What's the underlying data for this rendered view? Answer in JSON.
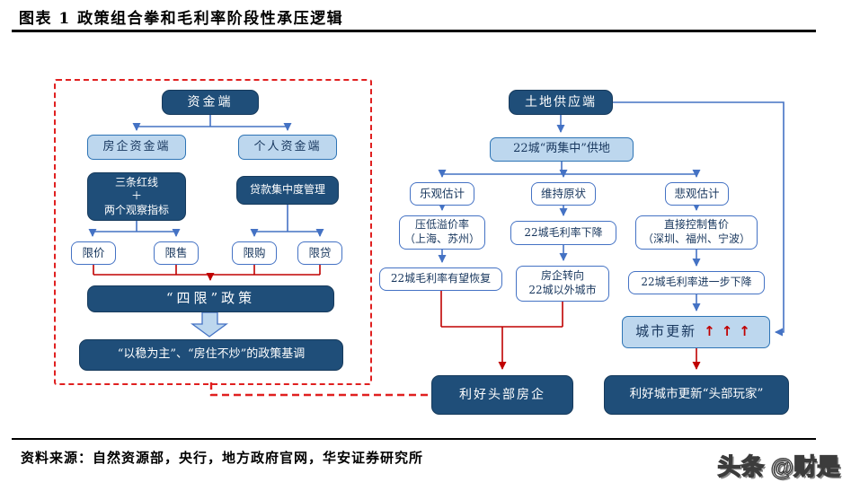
{
  "header": {
    "title": "图表 1 政策组合拳和毛利率阶段性承压逻辑"
  },
  "left_flow": {
    "funding_side": "资金端",
    "developer_funding": "房企资金端",
    "personal_funding": "个人资金端",
    "three_red_lines": "三条红线\n＋\n两个观察指标",
    "loan_concentration": "贷款集中度管理",
    "price_limit": "限价",
    "sale_limit": "限售",
    "purchase_limit": "限购",
    "loan_limit": "限贷",
    "four_limits_policy": "“四限”政策",
    "policy_tone": "“以稳为主”、“房住不炒”的政策基调"
  },
  "right_flow": {
    "land_supply_side": "土地供应端",
    "centralized_supply": "22城“两集中”供地",
    "optimistic": "乐观估计",
    "status_quo": "维持原状",
    "pessimistic": "悲观估计",
    "suppress_premium": "压低溢价率\n（上海、苏州）",
    "margin_decline": "22城毛利率下降",
    "direct_price_control": "直接控制售价\n（深圳、福州、宁波）",
    "margin_recovery": "22城毛利率有望恢复",
    "shift_to_other_cities": "房企转向\n22城以外城市",
    "margin_further_decline": "22城毛利率进一步下降",
    "urban_renewal": "城市更新",
    "urban_renewal_arrows": "↑↑↑",
    "benefit_top_developers": "利好头部房企",
    "benefit_renewal_players": "利好城市更新“头部玩家”"
  },
  "footer": {
    "source": "资料来源：自然资源部，央行，地方政府官网，华安证券研究所",
    "watermark": "头条 @财是"
  },
  "colors": {
    "dark_box": "#1F4E79",
    "light_box_fill": "#BDD7EE",
    "light_box_border": "#2E74B5",
    "plain_box_border": "#4472C4",
    "blue_line": "#4472C4",
    "red_line": "#C00000",
    "dashed_border": "#E02020"
  }
}
